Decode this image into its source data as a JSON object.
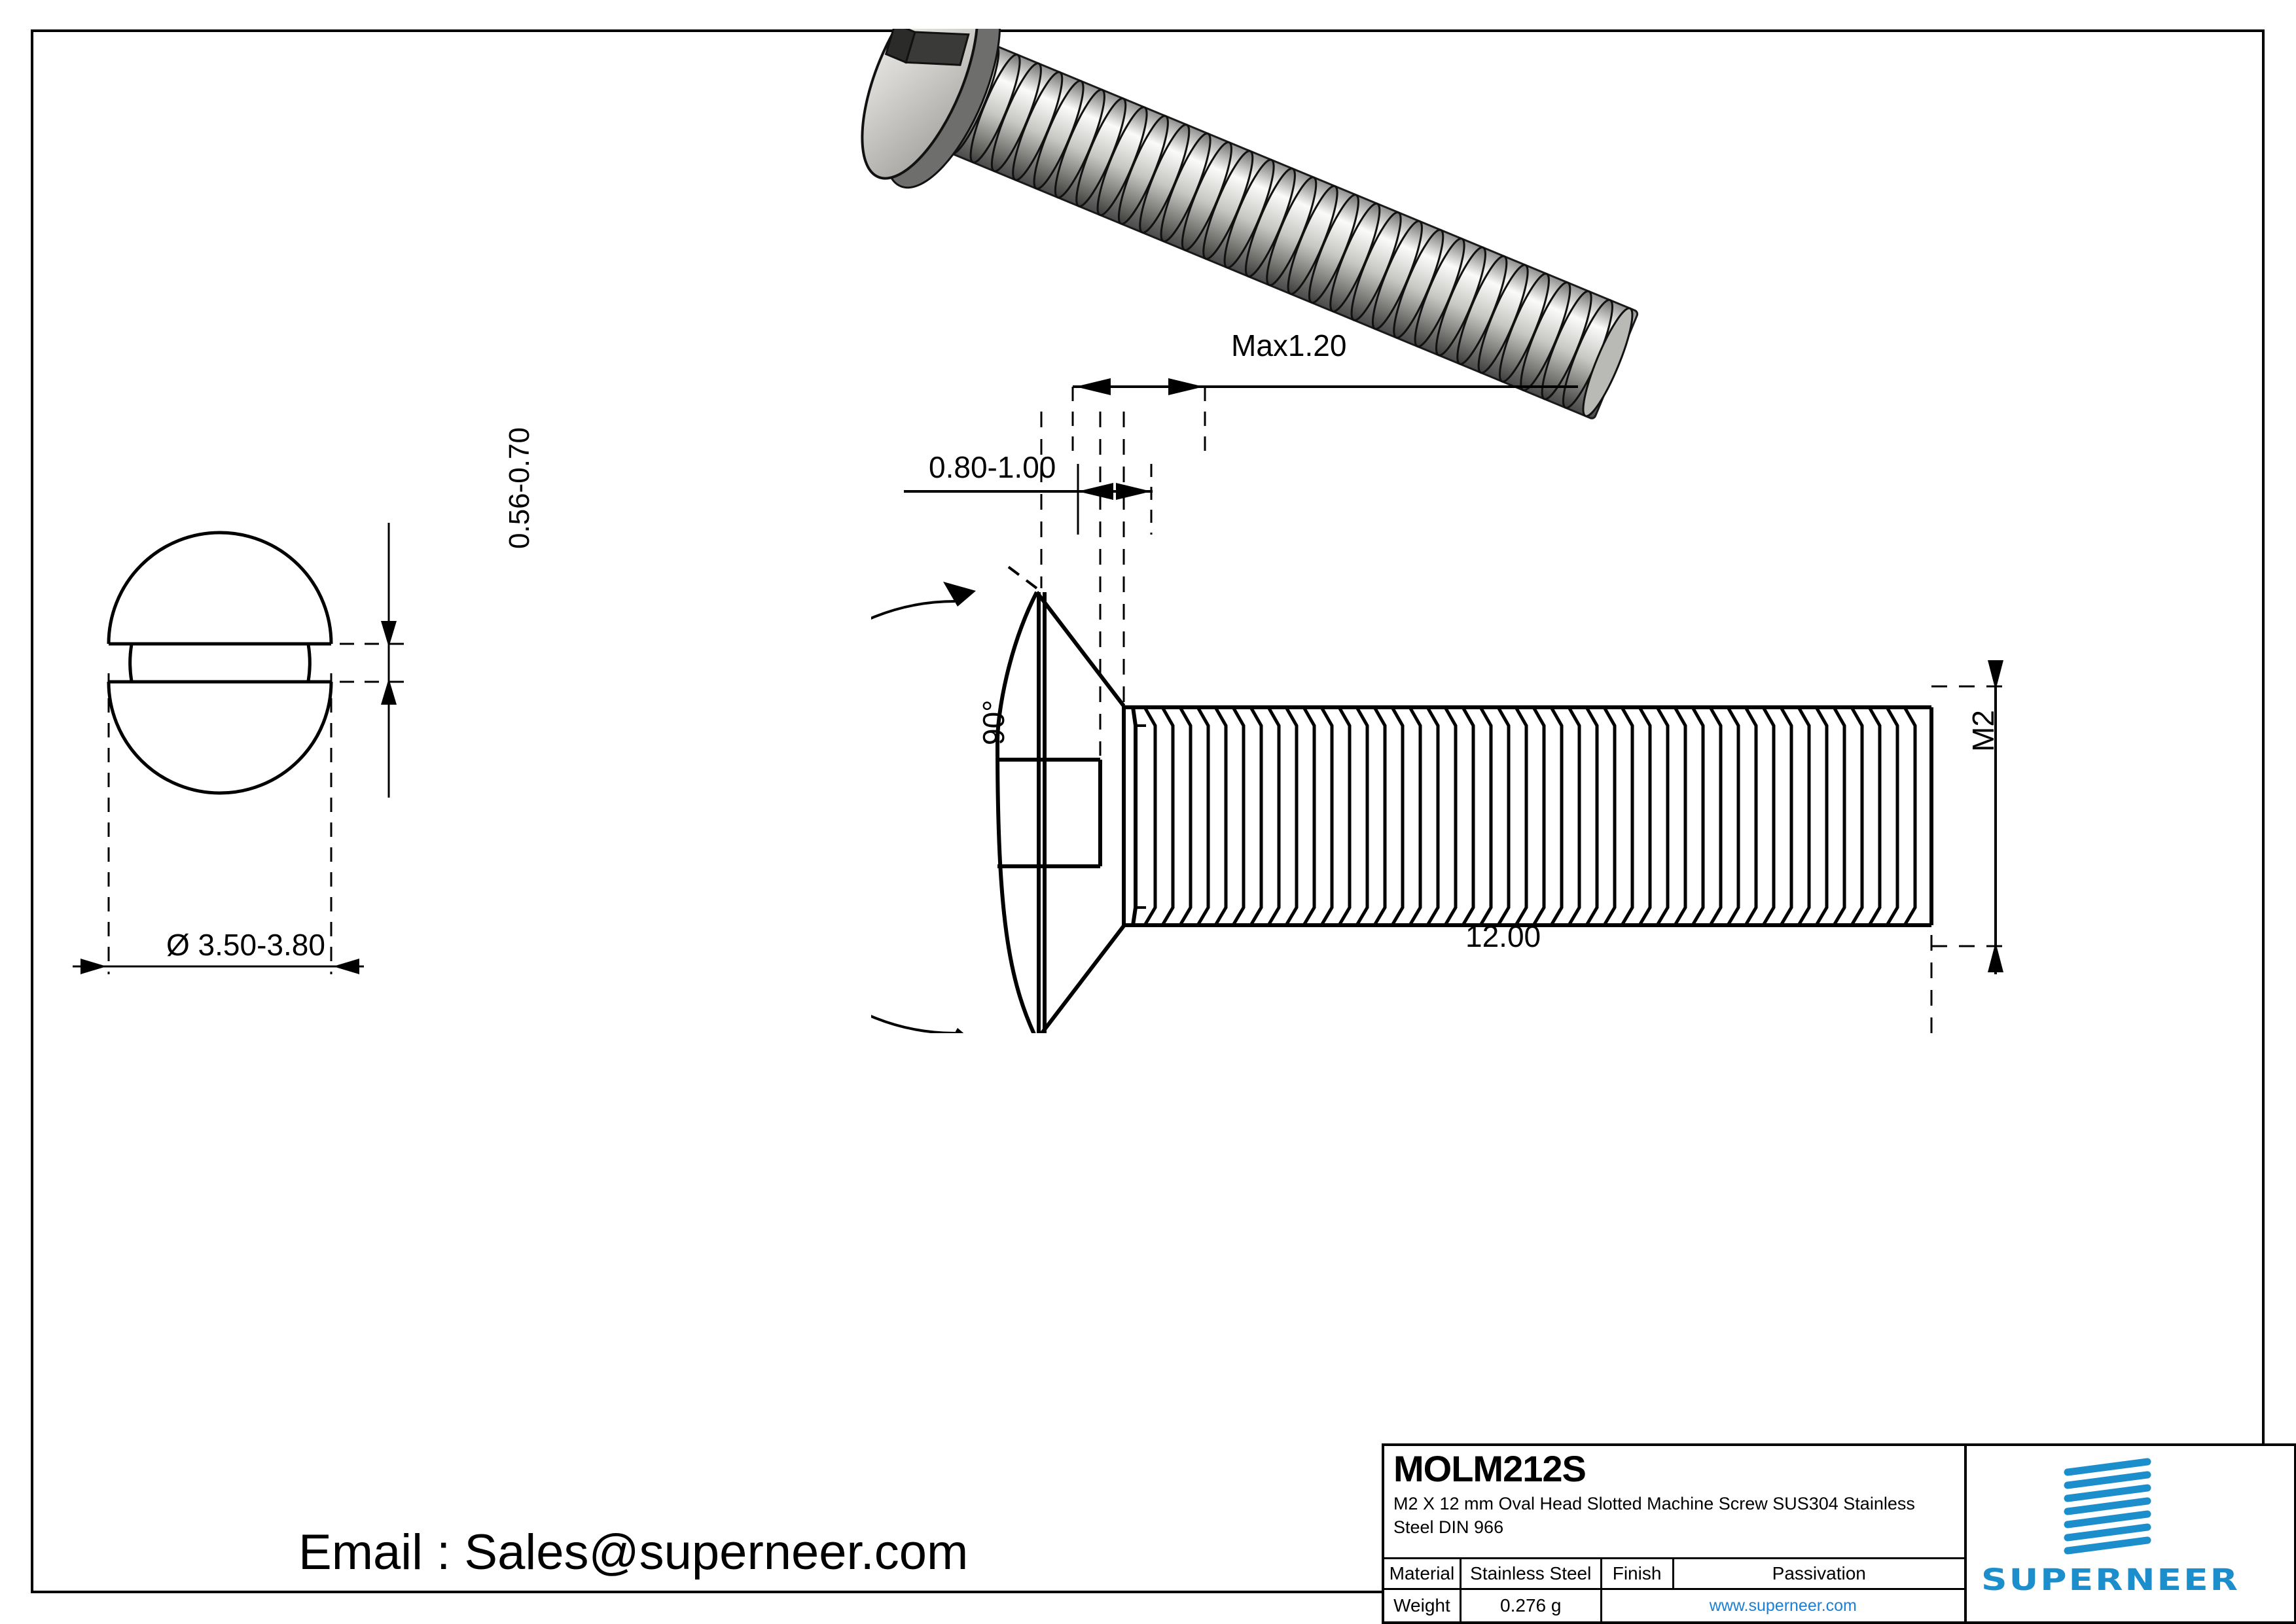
{
  "drawing": {
    "type": "engineering-drawing",
    "part_code": "MOLM212S",
    "description": "M2 X 12 mm  Oval Head Slotted Machine Screw SUS304 Stainless Steel DIN 966",
    "description_line1": "M2 X 12 mm  Oval Head Slotted Machine Screw SUS304 Stainless",
    "description_line2": "Steel DIN 966"
  },
  "dimensions": {
    "head_diameter": "Ø 3.50-3.80",
    "slot_width": "0.56-0.70",
    "slot_depth": "0.80-1.00",
    "head_height": "Max1.20",
    "head_angle": "90°",
    "thread_size": "M2",
    "length": "12.00"
  },
  "title_block": {
    "material_label": "Material",
    "material_value": "Stainless Steel",
    "finish_label": "Finish",
    "finish_value": "Passivation",
    "weight_label": "Weight",
    "weight_value": "0.276 g",
    "url": "www.superneer.com"
  },
  "brand": {
    "name": "SUPERNEER",
    "logo_color": "#1b8ecb",
    "link_color": "#1b7fd4"
  },
  "contact": {
    "email_line": "Email : Sales@superneer.com"
  }
}
